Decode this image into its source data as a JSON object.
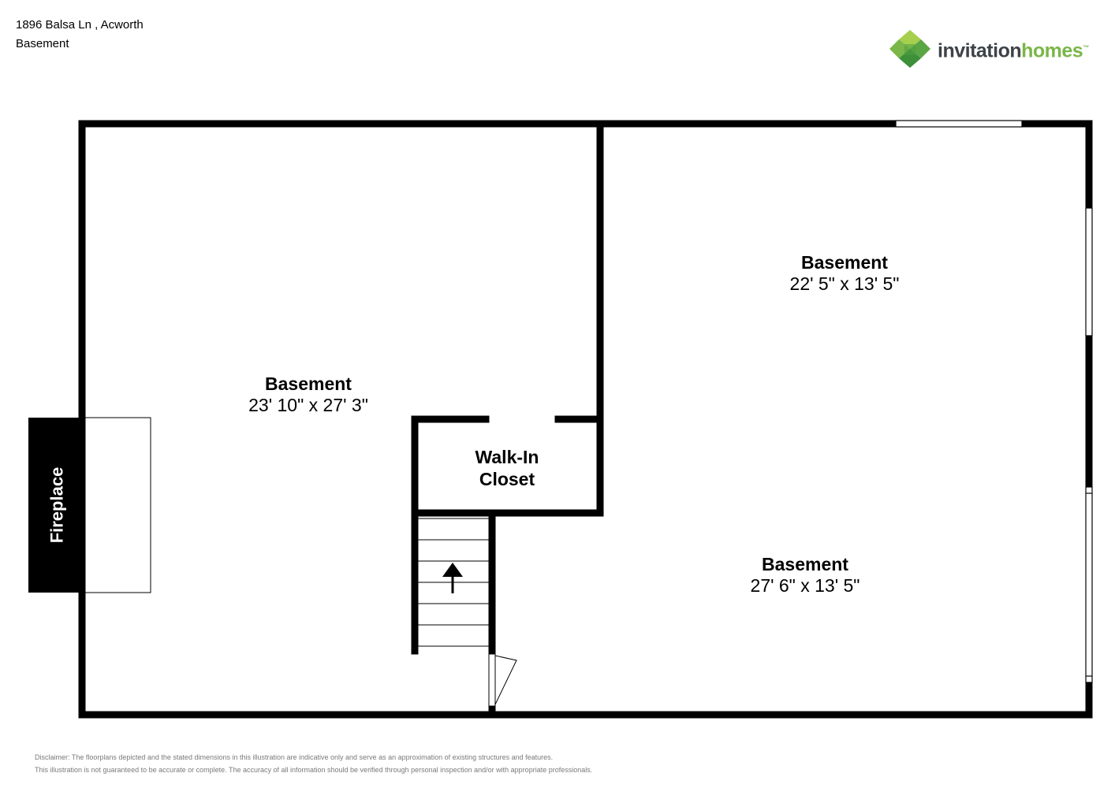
{
  "header": {
    "address": "1896 Balsa Ln , Acworth",
    "level": "Basement"
  },
  "brand": {
    "word_1": "invitation",
    "word_2": "homes",
    "trademark": "™",
    "colors": {
      "text_dark": "#3d4347",
      "green": "#7ab648",
      "green_dark": "#3d8f3a",
      "green_light": "#a5cf4c"
    }
  },
  "rooms": {
    "left": {
      "name": "Basement",
      "dimensions": "23' 10\" x 27' 3\""
    },
    "upper_right": {
      "name": "Basement",
      "dimensions": "22' 5\" x 13' 5\""
    },
    "lower_right": {
      "name": "Basement",
      "dimensions": "27' 6\" x 13' 5\""
    },
    "closet": {
      "name_line_1": "Walk-In",
      "name_line_2": "Closet"
    }
  },
  "fixtures": {
    "fireplace": "Fireplace",
    "stairs_direction": "up"
  },
  "disclaimer": {
    "line_1": "Disclaimer: The floorplans depicted and the stated dimensions in this illustration are indicative only and serve as an approximation of existing structures and features.",
    "line_2": "This illustration is not guaranteed to be accurate or complete. The accuracy of all information should be verified through personal inspection and/or with appropriate professionals."
  }
}
